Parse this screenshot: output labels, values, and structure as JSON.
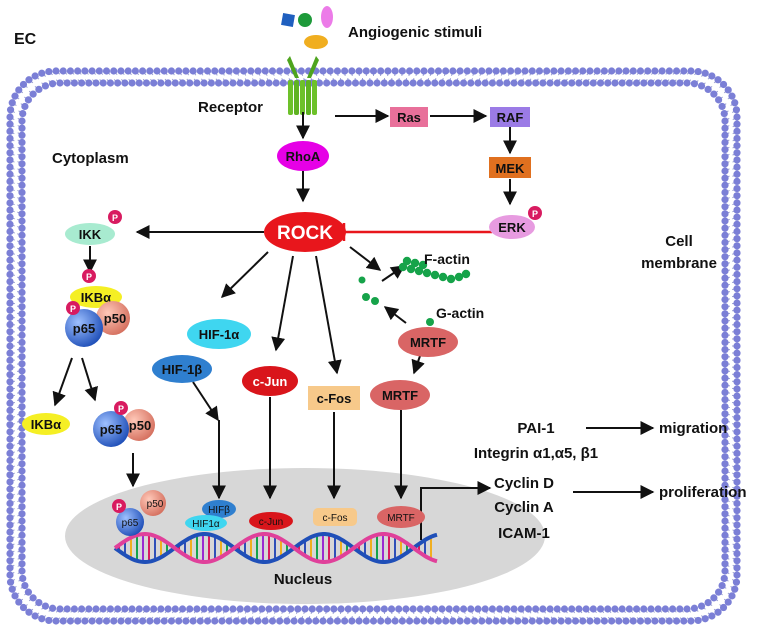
{
  "labels": {
    "ec": "EC",
    "stimuli": "Angiogenic stimuli",
    "receptor": "Receptor",
    "cytoplasm": "Cytoplasm",
    "cell_membrane_1": "Cell",
    "cell_membrane_2": "membrane",
    "nucleus": "Nucleus",
    "phospho": "P"
  },
  "nodes": {
    "ras": "Ras",
    "raf": "RAF",
    "mek": "MEK",
    "erk": "ERK",
    "rhoa": "RhoA",
    "rock": "ROCK",
    "ikk": "IKK",
    "ikba": "IKBα",
    "p65": "p65",
    "p50": "p50",
    "ikba_free": "IKBα",
    "p65_2": "p65",
    "p50_2": "p50",
    "hif1a": "HIF-1α",
    "hif1b": "HIF-1β",
    "cjun": "c-Jun",
    "cfos": "c-Fos",
    "factin": "F-actin",
    "gactin": "G-actin",
    "mrtf_upper": "MRTF",
    "mrtf_lower": "MRTF"
  },
  "nuclear": {
    "p50": "p50",
    "p65": "p65",
    "hifb": "HIFβ",
    "hif1a": "HIF1α",
    "cjun": "c-Jun",
    "cfos": "c-Fos",
    "mrtf": "MRTF"
  },
  "targets": {
    "pai1": "PAI-1",
    "integrin": "Integrin α1,α5, β1",
    "cyclin_d": "Cyclin D",
    "cyclin_a": "Cyclin A",
    "icam1": "ICAM-1"
  },
  "outcomes": {
    "migration": "migration",
    "proliferation": "proliferation"
  },
  "colors": {
    "membrane": "#7b7fd6",
    "membrane_tail": "#9aa0cf",
    "receptor": "#6dc12a",
    "ras": "#e8709a",
    "raf": "#9b7be6",
    "mek": "#e0701f",
    "erk": "#e79be0",
    "rhoa": "#e600e6",
    "rock": "#e8161c",
    "ikk": "#a8ebd0",
    "ikba": "#f5ef24",
    "p65": "#3a6fd8",
    "p50": "#e58a7a",
    "phospho": "#d81b60",
    "hif1a": "#3fd6f0",
    "hif1b": "#2f7fcf",
    "cjun": "#d9151b",
    "cfos": "#f7c98a",
    "mrtf": "#d96565",
    "actin": "#16a34a",
    "nucleus": "#d7d7d7",
    "inhibit": "#e8161c"
  }
}
